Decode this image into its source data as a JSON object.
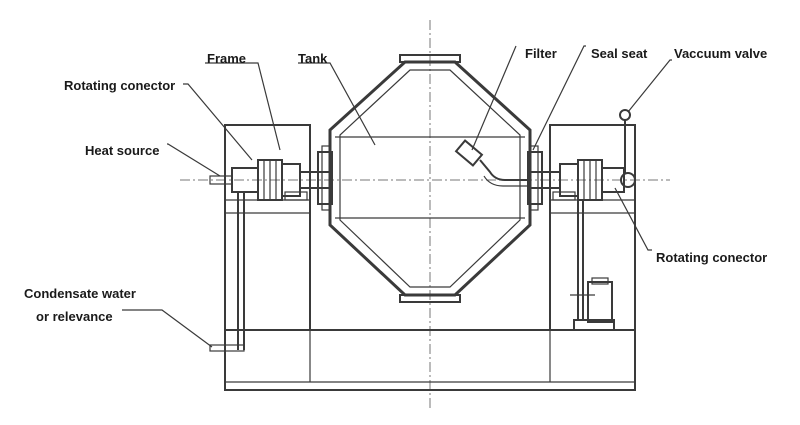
{
  "labels": {
    "frame": "Frame",
    "tank": "Tank",
    "filter": "Filter",
    "seal_seat": "Seal seat",
    "vacuum_valve": "Vaccuum valve",
    "rotating_connector_left": "Rotating conector",
    "heat_source": "Heat source",
    "rotating_connector_right": "Rotating conector",
    "condensate_line1": "Condensate water",
    "condensate_line2": "or relevance"
  }
}
